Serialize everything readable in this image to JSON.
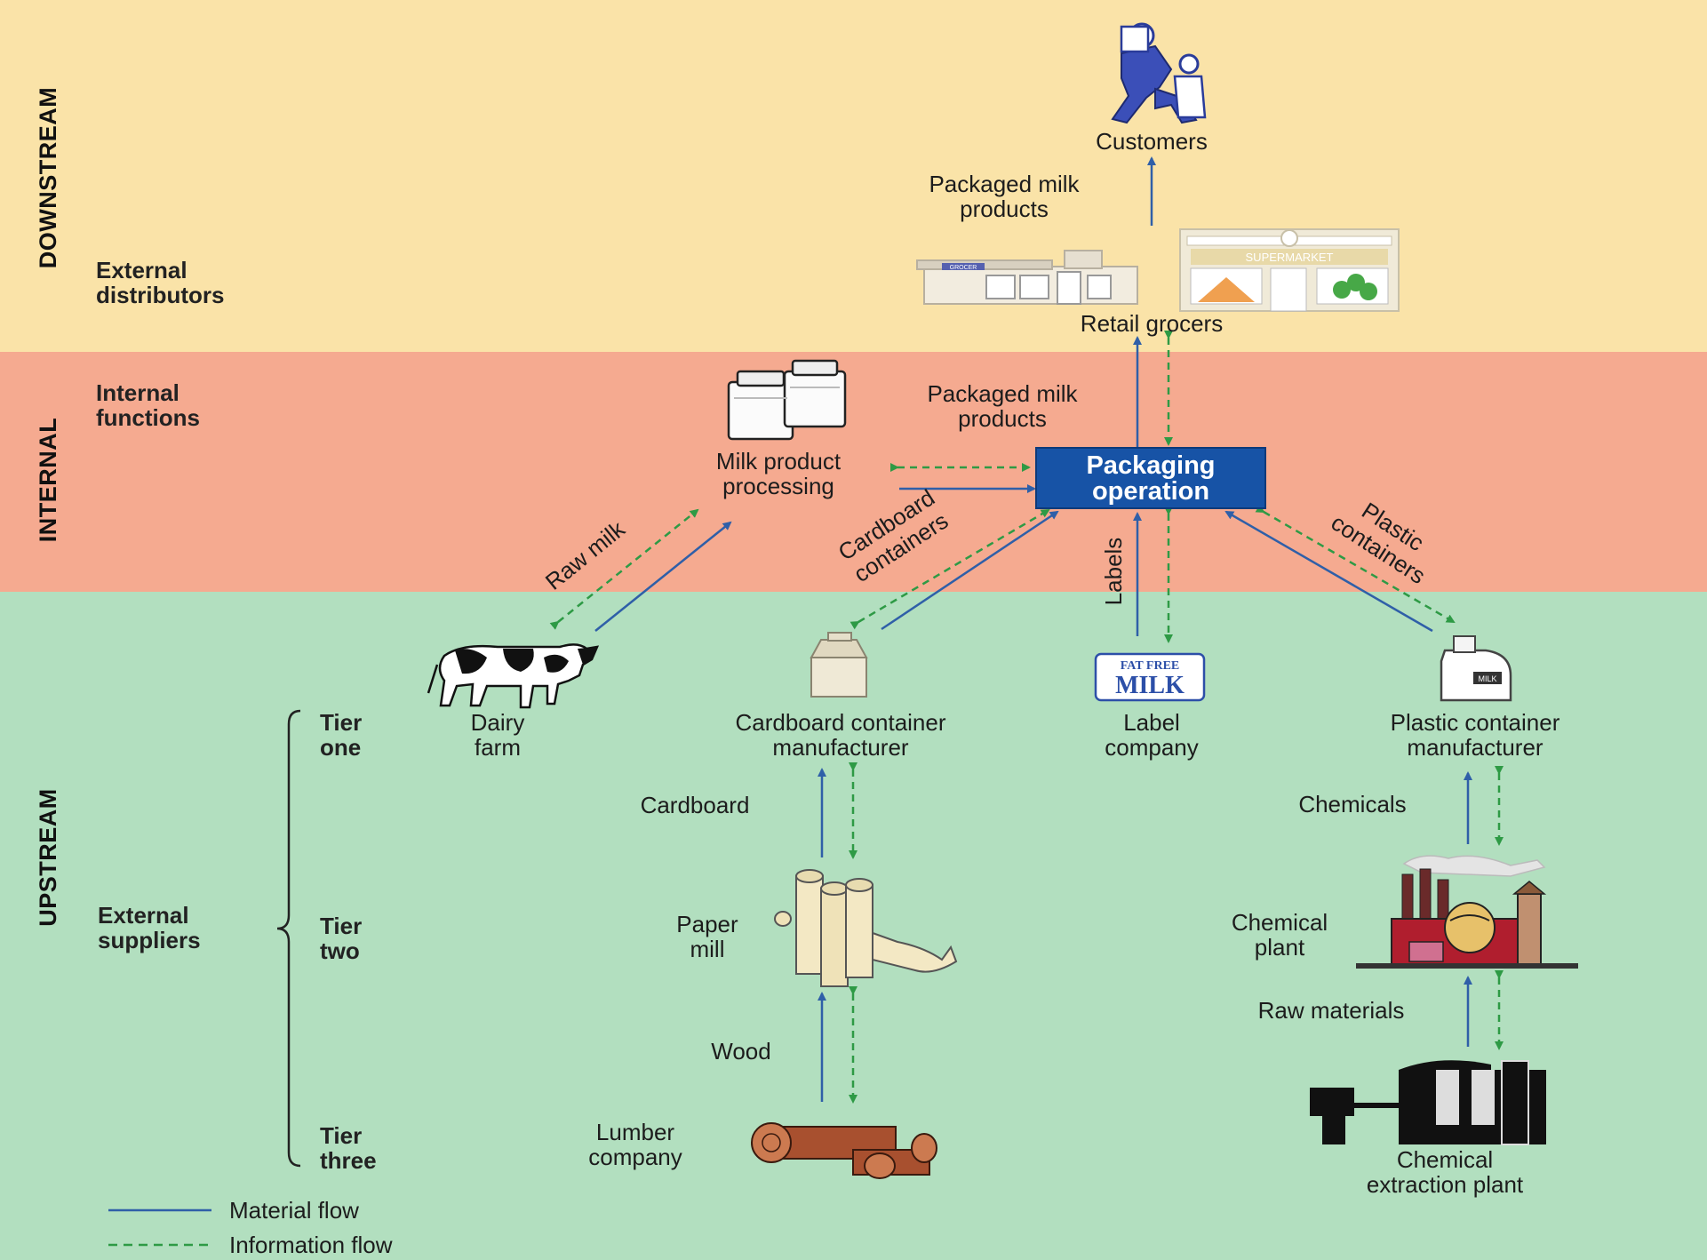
{
  "bands": {
    "downstream": "DOWNSTREAM",
    "internal": "INTERNAL",
    "upstream": "UPSTREAM"
  },
  "side_labels": {
    "external_distributors": [
      "External",
      "distributors"
    ],
    "internal_functions": [
      "Internal",
      "functions"
    ],
    "external_suppliers": [
      "External",
      "suppliers"
    ]
  },
  "tiers": {
    "one": [
      "Tier",
      "one"
    ],
    "two": [
      "Tier",
      "two"
    ],
    "three": [
      "Tier",
      "three"
    ]
  },
  "nodes": {
    "customers": "Customers",
    "retail_grocers": "Retail grocers",
    "packaging_operation": [
      "Packaging",
      "operation"
    ],
    "milk_processing": [
      "Milk product",
      "processing"
    ],
    "dairy_farm": [
      "Dairy",
      "farm"
    ],
    "cardboard_mfr": [
      "Cardboard container",
      "manufacturer"
    ],
    "label_company": [
      "Label",
      "company"
    ],
    "plastic_mfr": [
      "Plastic container",
      "manufacturer"
    ],
    "paper_mill": [
      "Paper",
      "mill"
    ],
    "lumber_company": [
      "Lumber",
      "company"
    ],
    "chemical_plant": [
      "Chemical",
      "plant"
    ],
    "chemical_extraction": [
      "Chemical",
      "extraction plant"
    ]
  },
  "flow_labels": {
    "packaged_top": [
      "Packaged milk",
      "products"
    ],
    "packaged_mid": [
      "Packaged milk",
      "products"
    ],
    "raw_milk": "Raw milk",
    "cardboard_containers": [
      "Cardboard",
      "containers"
    ],
    "labels": "Labels",
    "plastic_containers": [
      "Plastic",
      "containers"
    ],
    "cardboard": "Cardboard",
    "wood": "Wood",
    "chemicals": "Chemicals",
    "raw_materials": "Raw materials"
  },
  "image_text": {
    "store_sign": "GROCER",
    "supermarket_sign": "SUPERMARKET",
    "label_logo": [
      "FAT FREE",
      "MILK"
    ],
    "jug_label": "MILK"
  },
  "legend": {
    "material": "Material flow",
    "information": "Information flow"
  },
  "colors": {
    "downstream_bg": "#fae3a8",
    "internal_bg": "#f5aa90",
    "upstream_bg": "#b2dfbf",
    "material_flow": "#2f5fa8",
    "information_flow": "#2e9a45",
    "packaging_box": "#1753a6"
  }
}
